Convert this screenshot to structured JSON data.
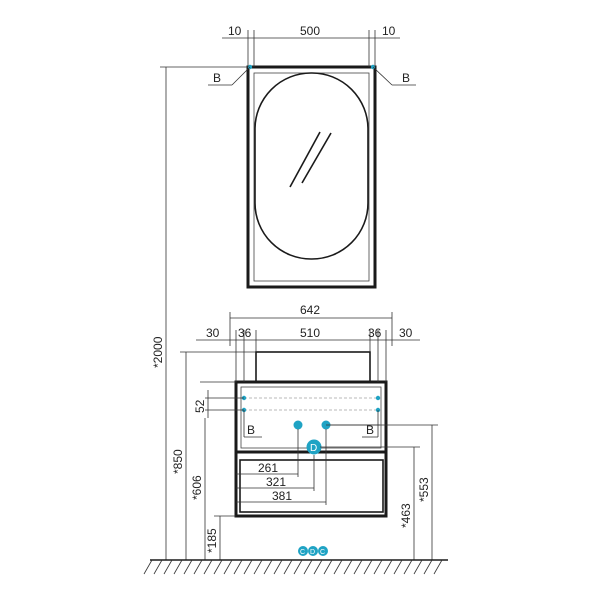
{
  "mirror": {
    "dims_top": {
      "left": "10",
      "center": "500",
      "right": "10"
    },
    "marker_left": "B",
    "marker_right": "B"
  },
  "cabinet": {
    "overall_width": "642",
    "widths": {
      "a": "30",
      "b": "36",
      "c": "510",
      "d": "36",
      "e": "30"
    },
    "spacing": "52",
    "marker_left": "B",
    "marker_right": "B",
    "center_marker": "D",
    "offsets": {
      "first": "261",
      "second": "321",
      "third": "381"
    }
  },
  "heights": {
    "total": "*2000",
    "top": "*850",
    "mid": "*606",
    "floor_gap": "*185",
    "right_inner": "*463",
    "right_outer": "*553"
  },
  "floor_markers": {
    "left": "C",
    "center": "D",
    "right": "C"
  },
  "colors": {
    "accent": "#1fa3c4",
    "line": "#1a1a1a"
  }
}
